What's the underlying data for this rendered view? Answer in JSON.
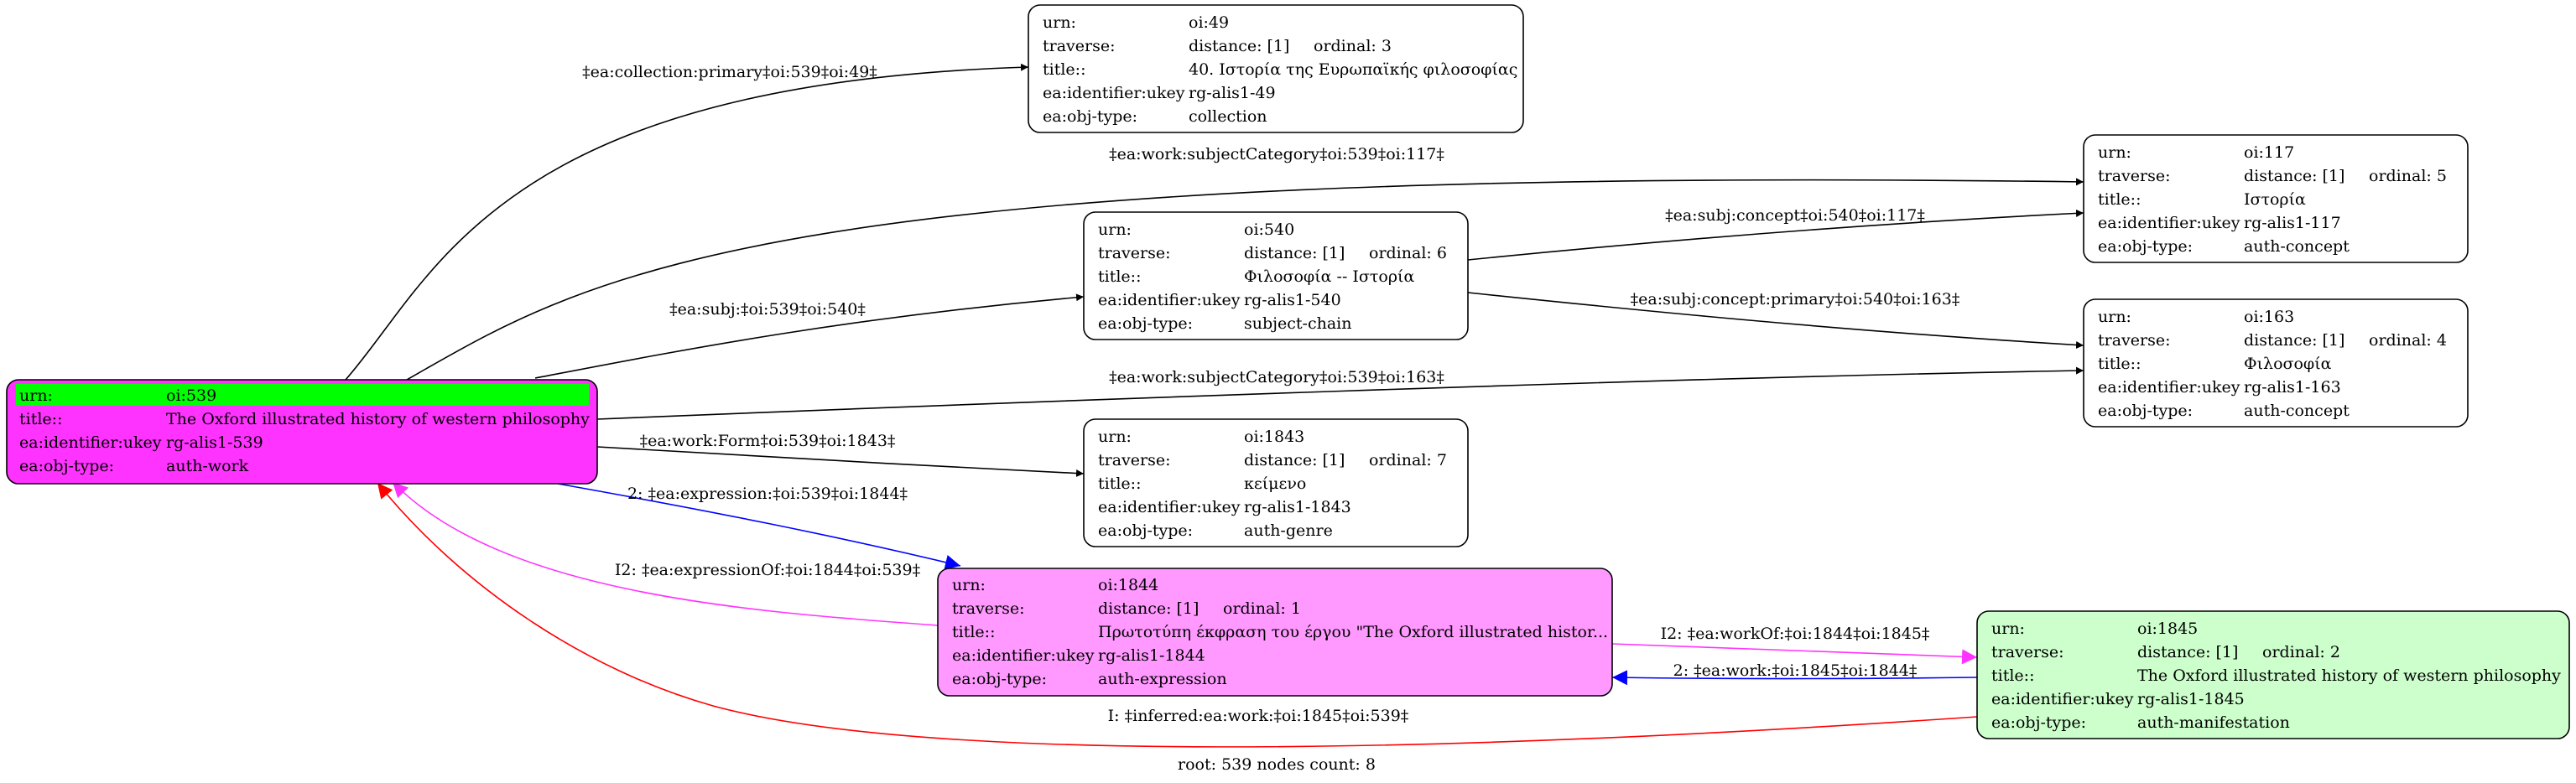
{
  "graph": {
    "footer": "root: 539 nodes count: 8",
    "colors": {
      "magenta": "#ff33ff",
      "pink": "#ff99ff",
      "light_green": "#ccffcc",
      "bright_green": "#00ff00",
      "white": "#ffffff",
      "black": "#000000",
      "blue": "#0000ff",
      "red": "#ff0000",
      "pink_edge": "#ff33ff"
    },
    "nodes": {
      "n539": {
        "fill": "#ff33ff",
        "rows": [
          {
            "key": "urn:",
            "val": "oi:539",
            "highlight": "#00ff00"
          },
          {
            "key": "title::",
            "val": "The Oxford illustrated history of western philosophy"
          },
          {
            "key": "ea:identifier:ukey",
            "val": "rg-alis1-539"
          },
          {
            "key": "ea:obj-type:",
            "val": "auth-work"
          }
        ]
      },
      "n49": {
        "fill": "#ffffff",
        "rows": [
          {
            "key": "urn:",
            "val": "oi:49"
          },
          {
            "key": "traverse:",
            "val": "distance: [1]",
            "extra": "ordinal: 3"
          },
          {
            "key": "title::",
            "val": "40. Ιστορία της Ευρωπαϊκής φιλοσοφίας"
          },
          {
            "key": "ea:identifier:ukey",
            "val": "rg-alis1-49"
          },
          {
            "key": "ea:obj-type:",
            "val": "collection"
          }
        ]
      },
      "n540": {
        "fill": "#ffffff",
        "rows": [
          {
            "key": "urn:",
            "val": "oi:540"
          },
          {
            "key": "traverse:",
            "val": "distance: [1]",
            "extra": "ordinal: 6"
          },
          {
            "key": "title::",
            "val": "Φιλοσοφία -- Ιστορία"
          },
          {
            "key": "ea:identifier:ukey",
            "val": "rg-alis1-540"
          },
          {
            "key": "ea:obj-type:",
            "val": "subject-chain"
          }
        ]
      },
      "n1843": {
        "fill": "#ffffff",
        "rows": [
          {
            "key": "urn:",
            "val": "oi:1843"
          },
          {
            "key": "traverse:",
            "val": "distance: [1]",
            "extra": "ordinal: 7"
          },
          {
            "key": "title::",
            "val": "κείμενο"
          },
          {
            "key": "ea:identifier:ukey",
            "val": "rg-alis1-1843"
          },
          {
            "key": "ea:obj-type:",
            "val": "auth-genre"
          }
        ]
      },
      "n1844": {
        "fill": "#ff99ff",
        "rows": [
          {
            "key": "urn:",
            "val": "oi:1844"
          },
          {
            "key": "traverse:",
            "val": "distance: [1]",
            "extra": "ordinal: 1"
          },
          {
            "key": "title::",
            "val": "Πρωτοτύπη έκφραση του έργου \"The Oxford illustrated histor..."
          },
          {
            "key": "ea:identifier:ukey",
            "val": "rg-alis1-1844"
          },
          {
            "key": "ea:obj-type:",
            "val": "auth-expression"
          }
        ]
      },
      "n117": {
        "fill": "#ffffff",
        "rows": [
          {
            "key": "urn:",
            "val": "oi:117"
          },
          {
            "key": "traverse:",
            "val": "distance: [1]",
            "extra": "ordinal: 5"
          },
          {
            "key": "title::",
            "val": "Ιστορία"
          },
          {
            "key": "ea:identifier:ukey",
            "val": "rg-alis1-117"
          },
          {
            "key": "ea:obj-type:",
            "val": "auth-concept"
          }
        ]
      },
      "n163": {
        "fill": "#ffffff",
        "rows": [
          {
            "key": "urn:",
            "val": "oi:163"
          },
          {
            "key": "traverse:",
            "val": "distance: [1]",
            "extra": "ordinal: 4"
          },
          {
            "key": "title::",
            "val": "Φιλοσοφία"
          },
          {
            "key": "ea:identifier:ukey",
            "val": "rg-alis1-163"
          },
          {
            "key": "ea:obj-type:",
            "val": "auth-concept"
          }
        ]
      },
      "n1845": {
        "fill": "#ccffcc",
        "rows": [
          {
            "key": "urn:",
            "val": "oi:1845"
          },
          {
            "key": "traverse:",
            "val": "distance: [1]",
            "extra": "ordinal: 2"
          },
          {
            "key": "title::",
            "val": "The Oxford illustrated history of western philosophy"
          },
          {
            "key": "ea:identifier:ukey",
            "val": "rg-alis1-1845"
          },
          {
            "key": "ea:obj-type:",
            "val": "auth-manifestation"
          }
        ]
      }
    },
    "edges": [
      {
        "id": "e539_49",
        "label": "‡ea:collection:primary‡oi:539‡oi:49‡",
        "color": "#000000"
      },
      {
        "id": "e539_117",
        "label": "‡ea:work:subjectCategory‡oi:539‡oi:117‡",
        "color": "#000000"
      },
      {
        "id": "e539_540",
        "label": "‡ea:subj:‡oi:539‡oi:540‡",
        "color": "#000000"
      },
      {
        "id": "e540_117",
        "label": "‡ea:subj:concept‡oi:540‡oi:117‡",
        "color": "#000000"
      },
      {
        "id": "e540_163",
        "label": "‡ea:subj:concept:primary‡oi:540‡oi:163‡",
        "color": "#000000"
      },
      {
        "id": "e539_163",
        "label": "‡ea:work:subjectCategory‡oi:539‡oi:163‡",
        "color": "#000000"
      },
      {
        "id": "e539_1843",
        "label": "‡ea:work:Form‡oi:539‡oi:1843‡",
        "color": "#000000"
      },
      {
        "id": "e539_1844",
        "label": "2: ‡ea:expression:‡oi:539‡oi:1844‡",
        "color": "#0000ff"
      },
      {
        "id": "e1844_539",
        "label": "I2: ‡ea:expressionOf:‡oi:1844‡oi:539‡",
        "color": "#ff33ff"
      },
      {
        "id": "e1844_1845",
        "label": "I2: ‡ea:workOf:‡oi:1844‡oi:1845‡",
        "color": "#ff33ff"
      },
      {
        "id": "e1845_1844",
        "label": "2: ‡ea:work:‡oi:1845‡oi:1844‡",
        "color": "#0000ff"
      },
      {
        "id": "e1845_539",
        "label": "I: ‡inferred:ea:work:‡oi:1845‡oi:539‡",
        "color": "#ff0000"
      }
    ]
  }
}
